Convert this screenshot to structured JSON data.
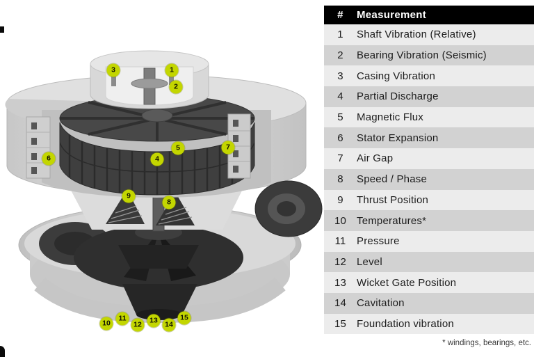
{
  "colors": {
    "accent": "#c3d600",
    "header_bg": "#000000",
    "header_text": "#ffffff"
  },
  "diagram": {
    "badges": [
      "1",
      "2",
      "3",
      "4",
      "5",
      "6",
      "7",
      "8",
      "9",
      "10",
      "11",
      "12",
      "13",
      "14",
      "15"
    ]
  },
  "table": {
    "header": {
      "num": "#",
      "label": "Measurement"
    },
    "rows": [
      {
        "num": "1",
        "label": "Shaft Vibration (Relative)"
      },
      {
        "num": "2",
        "label": "Bearing Vibration (Seismic)"
      },
      {
        "num": "3",
        "label": "Casing Vibration"
      },
      {
        "num": "4",
        "label": "Partial Discharge"
      },
      {
        "num": "5",
        "label": "Magnetic Flux"
      },
      {
        "num": "6",
        "label": "Stator Expansion"
      },
      {
        "num": "7",
        "label": "Air Gap"
      },
      {
        "num": "8",
        "label": "Speed / Phase"
      },
      {
        "num": "9",
        "label": "Thrust Position"
      },
      {
        "num": "10",
        "label": "Temperatures*"
      },
      {
        "num": "11",
        "label": "Pressure"
      },
      {
        "num": "12",
        "label": "Level"
      },
      {
        "num": "13",
        "label": "Wicket Gate Position"
      },
      {
        "num": "14",
        "label": "Cavitation"
      },
      {
        "num": "15",
        "label": "Foundation vibration"
      }
    ],
    "footnote": "* windings, bearings, etc."
  }
}
